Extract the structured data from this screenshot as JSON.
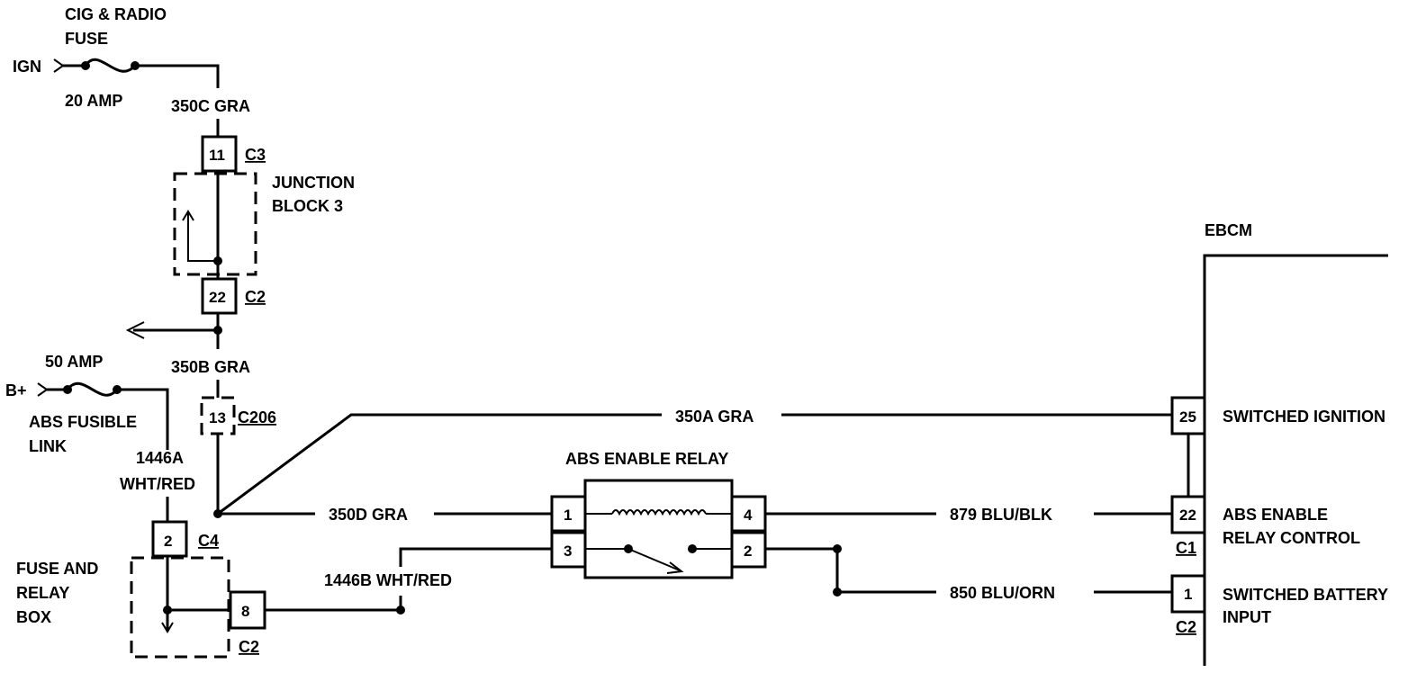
{
  "labels": {
    "cig_radio_fuse_line1": "CIG & RADIO",
    "cig_radio_fuse_line2": "FUSE",
    "ign": "IGN",
    "amp20": "20 AMP",
    "wire_350c": "350C GRA",
    "junction_block_line1": "JUNCTION",
    "junction_block_line2": "BLOCK 3",
    "wire_350b": "350B GRA",
    "amp50": "50 AMP",
    "bplus": "B+",
    "abs_fusible_line1": "ABS FUSIBLE",
    "abs_fusible_line2": "LINK",
    "wire_1446a_line1": "1446A",
    "wire_1446a_line2": "WHT/RED",
    "fuse_relay_line1": "FUSE AND",
    "fuse_relay_line2": "RELAY",
    "fuse_relay_line3": "BOX",
    "wire_350a": "350A GRA",
    "wire_350d": "350D GRA",
    "wire_1446b": "1446B WHT/RED",
    "abs_enable_relay": "ABS ENABLE RELAY",
    "wire_879": "879 BLU/BLK",
    "wire_850": "850 BLU/ORN",
    "ebcm": "EBCM",
    "switched_ignition": "SWITCHED IGNITION",
    "abs_enable_relay_control_line1": "ABS ENABLE",
    "abs_enable_relay_control_line2": "RELAY CONTROL",
    "switched_battery_line1": "SWITCHED BATTERY",
    "switched_battery_line2": "INPUT"
  },
  "connectors": {
    "c3": "C3",
    "c2_junction": "C2",
    "c206": "C206",
    "c4": "C4",
    "c2_fuse": "C2",
    "c1_ebcm": "C1",
    "c2_ebcm": "C2"
  },
  "pins": {
    "jb_11": "11",
    "jb_22": "22",
    "c206_13": "13",
    "fb_2": "2",
    "fb_8": "8",
    "relay_1": "1",
    "relay_3": "3",
    "relay_4": "4",
    "relay_2": "2",
    "ebcm_25": "25",
    "ebcm_22": "22",
    "ebcm_1": "1"
  },
  "colors": {
    "line": "#000000",
    "background": "#ffffff"
  }
}
